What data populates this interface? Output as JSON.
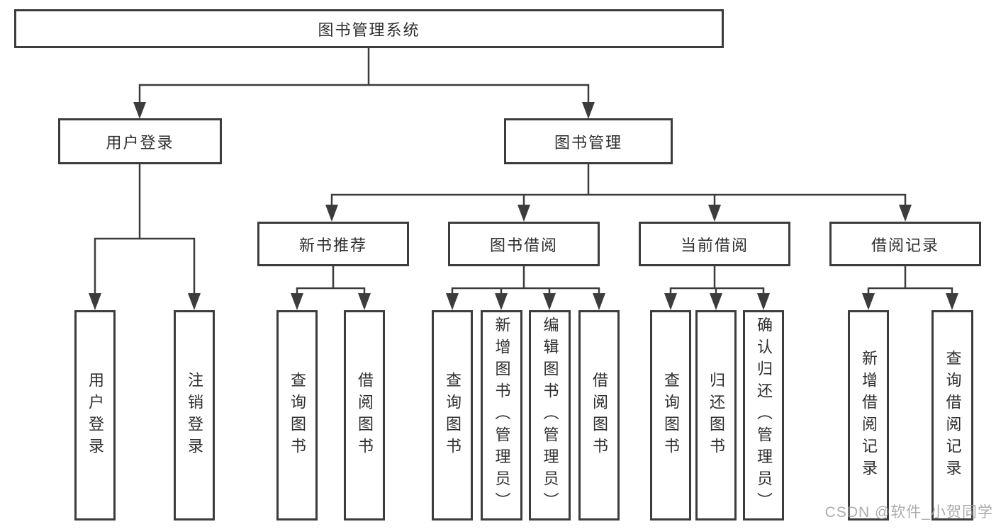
{
  "tree": {
    "label": "图书管理系统",
    "children": [
      {
        "label": "用户登录",
        "children": [
          {
            "label": "用户登录"
          },
          {
            "label": "注销登录"
          }
        ]
      },
      {
        "label": "图书管理",
        "children": [
          {
            "label": "新书推荐",
            "children": [
              {
                "label": "查询图书"
              },
              {
                "label": "借阅图书"
              }
            ]
          },
          {
            "label": "图书借阅",
            "children": [
              {
                "label": "查询图书"
              },
              {
                "label": "新增图书（管理员）"
              },
              {
                "label": "编辑图书（管理员）"
              },
              {
                "label": "借阅图书"
              }
            ]
          },
          {
            "label": "当前借阅",
            "children": [
              {
                "label": "查询图书"
              },
              {
                "label": "归还图书"
              },
              {
                "label": "确认归还（管理员）"
              }
            ]
          },
          {
            "label": "借阅记录",
            "children": [
              {
                "label": "新增借阅记录"
              },
              {
                "label": "查询借阅记录"
              }
            ]
          }
        ]
      }
    ]
  },
  "watermark": {
    "text": "CSDN @软件_小贺同学",
    "color": "#9e9e9e"
  },
  "colors": {
    "line": "#3c3c3c",
    "text": "#2e2e2e",
    "box_background": "#ffffff"
  }
}
